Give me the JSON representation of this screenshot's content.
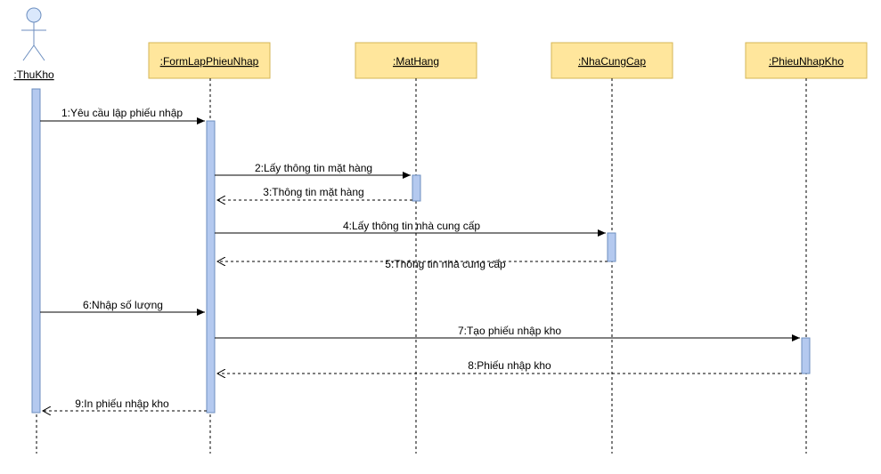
{
  "diagram": {
    "type": "sequence",
    "actor": {
      "label": ":ThuKho"
    },
    "lifelines": [
      {
        "id": "form",
        "label": ":FormLapPhieuNhap"
      },
      {
        "id": "mathang",
        "label": ":MatHang"
      },
      {
        "id": "ncc",
        "label": ":NhaCungCap"
      },
      {
        "id": "pnk",
        "label": ":PhieuNhapKho"
      }
    ],
    "messages": [
      {
        "label": "1:Yêu cầu lập phiếu nhập",
        "kind": "sync"
      },
      {
        "label": "2:Lấy thông tin mặt hàng",
        "kind": "sync"
      },
      {
        "label": "3:Thông tin mặt hàng",
        "kind": "return"
      },
      {
        "label": "4:Lấy thông tin nhà cung cấp",
        "kind": "sync"
      },
      {
        "label": "5:Thông tin nhà cung cấp",
        "kind": "return"
      },
      {
        "label": "6:Nhập số lượng",
        "kind": "sync"
      },
      {
        "label": "7:Tạo phiếu nhập kho",
        "kind": "sync"
      },
      {
        "label": "8:Phiếu nhập kho",
        "kind": "return"
      },
      {
        "label": "9:In phiếu nhập kho",
        "kind": "return"
      }
    ]
  }
}
